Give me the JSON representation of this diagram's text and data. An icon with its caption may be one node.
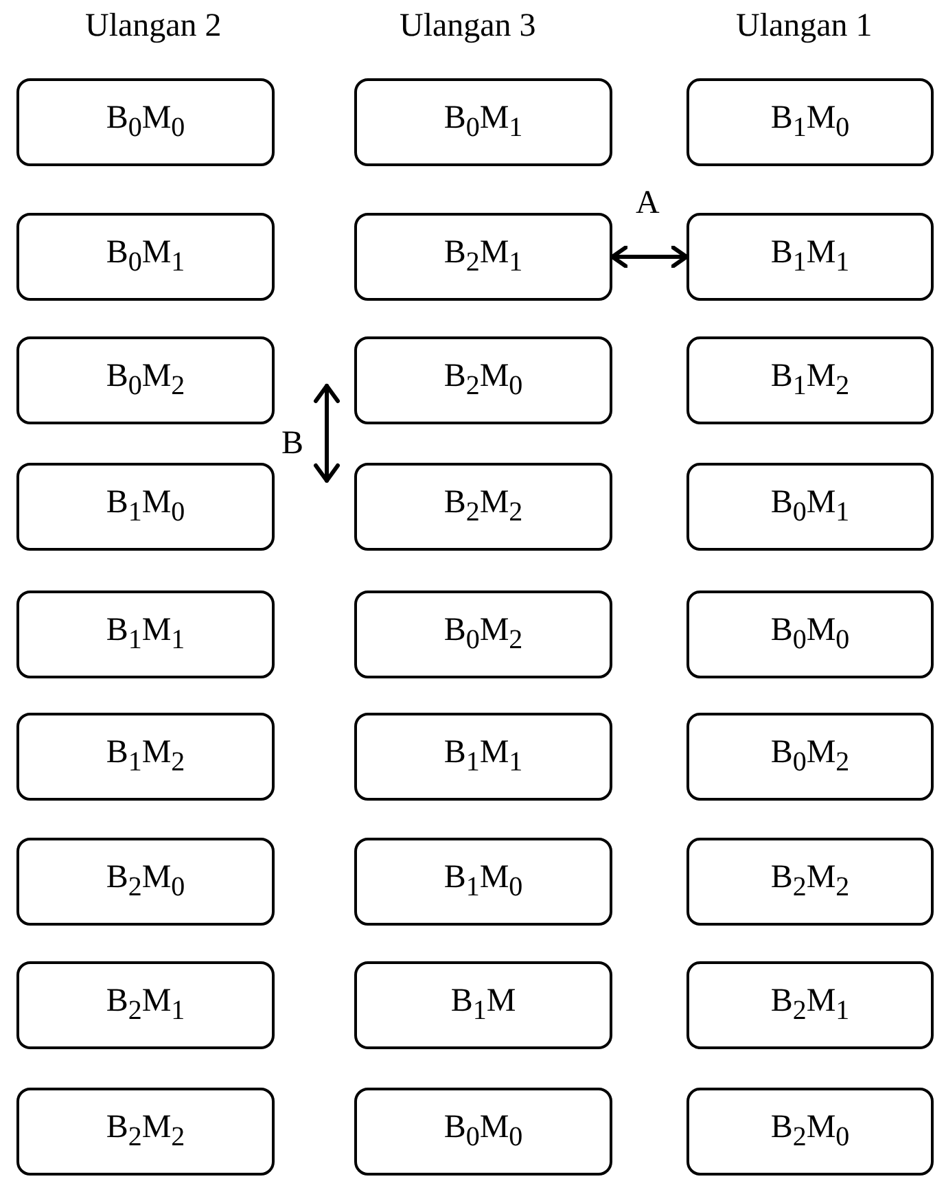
{
  "diagram": {
    "nodes": [
      {
        "text": [
          "B$_{0}$M$_{0}$"
        ]
      },
      {
        "text": [
          "B$_{0}$M$_{1}$"
        ]
      },
      {
        "text": [
          "B$_{1}$M$_{0}$"
        ]
      },
      {
        "text": [
          "B$_{0}$M$_{1}$"
        ]
      },
      {
        "text": [
          "B$_{2}$M$_{1}$"
        ]
      },
      {
        "text": [
          "B$_{1}$M$_{1}$"
        ]
      },
      {
        "text": [
          "B$_{0}$M$_{2}$"
        ]
      },
      {
        "text": [
          "B$_{2}$M$_{0}$"
        ]
      },
      {
        "text": [
          "B$_{1}$M$_{2}$"
        ]
      },
      {
        "text": [
          "B$_{1}$M$_{0}$"
        ]
      },
      {
        "text": [
          "B$_{2}$M$_{2}$"
        ]
      },
      {
        "text": [
          "B$_{0}$M$_{1}$"
        ]
      },
      {
        "text": [
          "B$_{1}$M$_{1}$"
        ]
      },
      {
        "text": [
          "B$_{0}$M$_{2}$"
        ]
      },
      {
        "text": [
          "B$_{0}$M$_{0}$"
        ]
      },
      {
        "text": [
          "B$_{1}$M$_{2}$"
        ]
      },
      {
        "text": [
          "B$_{1}$M$_{1}$"
        ]
      },
      {
        "text": [
          "B$_{0}$M$_{2}$"
        ]
      },
      {
        "text": [
          "B$_{2}$M$_{0}$"
        ]
      },
      {
        "text": [
          "B$_{1}$M$_{0}$"
        ]
      },
      {
        "text": [
          "B$_{2}$M$_{2}$"
        ]
      },
      {
        "text": [
          "B$_{2}$M$_{1}$"
        ]
      },
      {
        "text": [
          "B$_{1}$M"
        ]
      },
      {
        "text": [
          "B$_{2}$M$_{1}$"
        ]
      },
      {
        "text": [
          "B$_{2}$M$_{2}$"
        ]
      },
      {
        "text": [
          "B$_{0}$M$_{0}$"
        ]
      },
      {
        "text": [
          "B$_{2}$M$_{0}$"
        ]
      }
    ],
    "edges": [
      {
        "from": 4,
        "to": 5,
        "arrow": "both",
        "label": "A"
      }
    ],
    "labels": [
      "Ulangan 2",
      "Ulangan 3",
      "Ulangan 1",
      "B"
    ]
  }
}
